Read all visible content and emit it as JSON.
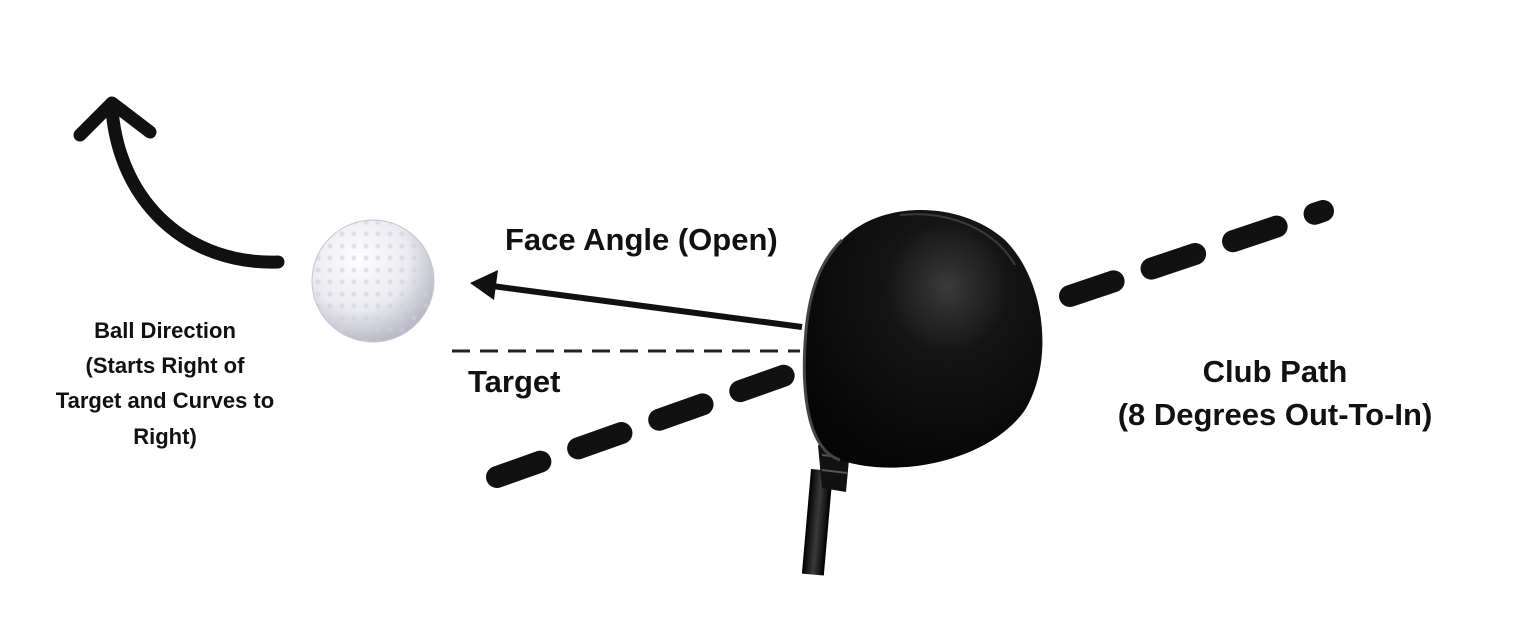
{
  "labels": {
    "face_angle": "Face Angle (Open)",
    "target": "Target",
    "club_path": [
      "Club Path",
      "(8 Degrees Out-To-In)"
    ],
    "ball_direction": [
      "Ball Direction",
      "(Starts Right of",
      "Target and Curves to",
      "Right)"
    ]
  },
  "colors": {
    "ink": "#111111",
    "club_head": "#0d0d0d",
    "ball": "#f2f2f6"
  },
  "icons": {
    "ball": "golf-ball-icon",
    "club": "driver-club-icon",
    "curve_arrow": "curved-arrow-icon"
  }
}
